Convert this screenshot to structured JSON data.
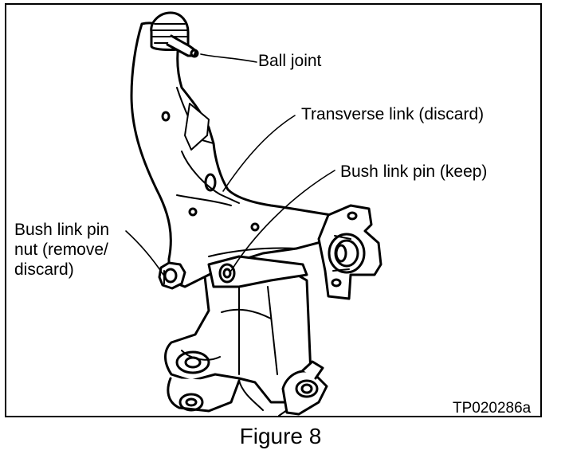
{
  "callouts": {
    "ball_joint": "Ball joint",
    "transverse_link": "Transverse link (discard)",
    "bush_link_pin": "Bush link pin (keep)",
    "bush_link_pin_nut": "Bush link pin nut (remove/ discard)"
  },
  "reference_code": "TP020286a",
  "caption": "Figure 8"
}
